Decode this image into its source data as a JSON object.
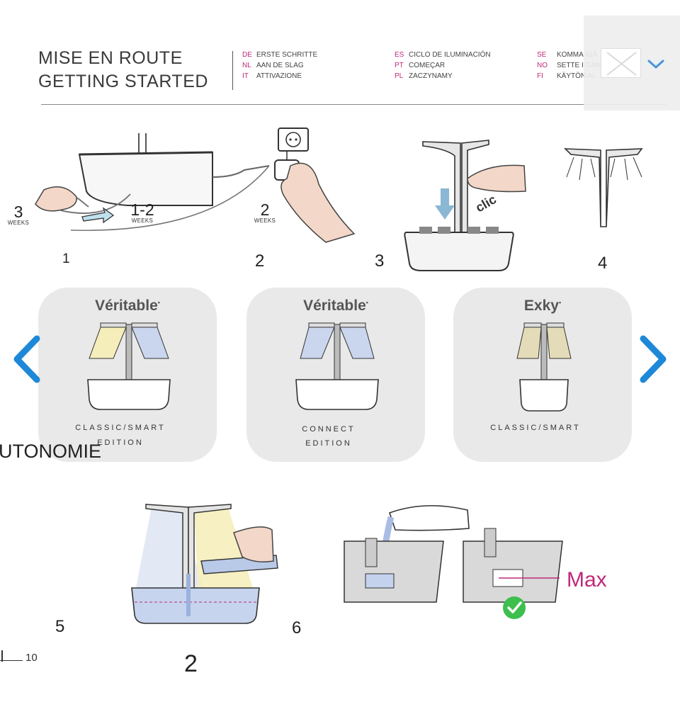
{
  "header": {
    "title_fr": "MISE EN ROUTE",
    "title_en": "GETTING STARTED",
    "languages": [
      [
        {
          "code": "DE",
          "label": "ERSTE SCHRITTE"
        },
        {
          "code": "NL",
          "label": "AAN DE SLAG"
        },
        {
          "code": "IT",
          "label": "ATTIVAZIONE"
        }
      ],
      [
        {
          "code": "ES",
          "label": "CICLO DE ILUMINACIÓN"
        },
        {
          "code": "PT",
          "label": "COMEÇAR"
        },
        {
          "code": "PL",
          "label": "ZACZYNAMY"
        }
      ],
      [
        {
          "code": "SE",
          "label": "KOMMA IGÅ"
        },
        {
          "code": "NO",
          "label": "SETTE I GAN"
        },
        {
          "code": "FI",
          "label": "KÄYTÖN AL"
        }
      ]
    ]
  },
  "steps": {
    "s1": "1",
    "s2": "2",
    "s3": "3",
    "s4": "4",
    "s5": "5",
    "s6": "6"
  },
  "durations": [
    {
      "value": "3",
      "unit": "WEEKS"
    },
    {
      "value": "1-2",
      "unit": "WEEKS"
    },
    {
      "value": "2",
      "unit": "WEEKS"
    }
  ],
  "clic_label": "clic",
  "cards": [
    {
      "brand": "Véritable",
      "mark": "•",
      "edition_line1": "CLASSIC/SMART",
      "edition_line2": "EDITION"
    },
    {
      "brand": "Véritable",
      "mark": "•",
      "edition_line1": "CONNECT",
      "edition_line2": "EDITION"
    },
    {
      "brand": "Exky",
      "mark": "•",
      "edition_line1": "CLASSIC/SMART",
      "edition_line2": ""
    }
  ],
  "section": {
    "title": "UTONOMIE"
  },
  "max_label": "Max",
  "bottom_step": "2",
  "footer": {
    "page_number": "10"
  },
  "colors": {
    "accent_pink": "#c0287a",
    "nav_blue": "#1e88d8",
    "card_bg": "#e9e9e9",
    "water_blue": "#b9c9e8"
  }
}
